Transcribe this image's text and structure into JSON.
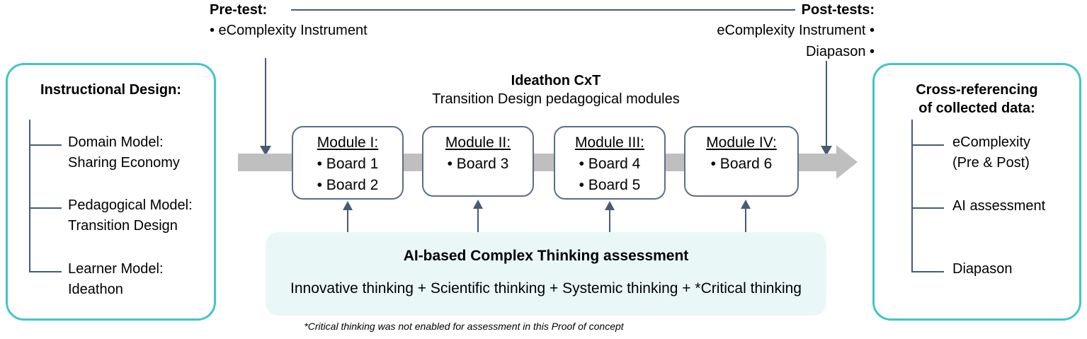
{
  "header": {
    "pretest": {
      "title": "Pre-test:",
      "items": [
        "• eComplexity Instrument"
      ]
    },
    "posttest": {
      "title": "Post-tests:",
      "items": [
        "eComplexity Instrument •",
        "Diapason •"
      ]
    }
  },
  "left_panel": {
    "title": "Instructional Design:",
    "items": [
      {
        "line1": "Domain Model:",
        "line2": "Sharing Economy"
      },
      {
        "line1": "Pedagogical Model:",
        "line2": "Transition Design"
      },
      {
        "line1": "Learner Model:",
        "line2": "Ideathon"
      }
    ]
  },
  "right_panel": {
    "title_line1": "Cross-referencing",
    "title_line2": "of collected data:",
    "items": [
      {
        "line1": "eComplexity",
        "line2": "(Pre & Post)"
      },
      {
        "line1": "AI assessment",
        "line2": ""
      },
      {
        "line1": "Diapason",
        "line2": ""
      }
    ]
  },
  "center": {
    "title": "Ideathon CxT",
    "subtitle": "Transition Design pedagogical modules",
    "modules": [
      {
        "title": "Module I:",
        "boards": [
          "• Board 1",
          "• Board 2"
        ]
      },
      {
        "title": "Module II:",
        "boards": [
          "• Board 3"
        ]
      },
      {
        "title": "Module III:",
        "boards": [
          "• Board 4",
          "• Board 5"
        ]
      },
      {
        "title": "Module IV:",
        "boards": [
          "• Board 6"
        ]
      }
    ]
  },
  "ai_box": {
    "title": "AI-based Complex Thinking assessment",
    "formula": "Innovative thinking + Scientific thinking + Systemic thinking + *Critical thinking"
  },
  "footnote": "*Critical thinking was not enabled for assessment in this Proof of concept",
  "colors": {
    "panel_border": "#43c6c4",
    "line": "#4a5a72",
    "timeline": "#bfbfbf",
    "ai_fill": "#e9f8f7",
    "module_border": "#5b6e8c"
  }
}
